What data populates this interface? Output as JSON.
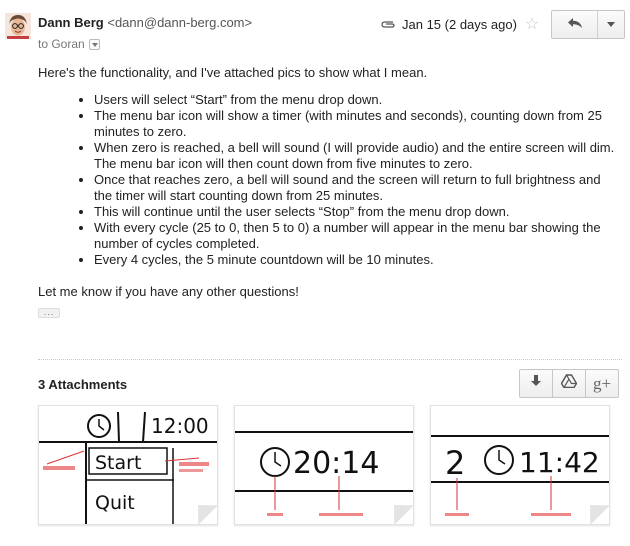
{
  "header": {
    "sender_name": "Dann Berg",
    "sender_email": "<dann@dann-berg.com>",
    "to_line": "to Goran",
    "date": "Jan 15 (2 days ago)"
  },
  "body": {
    "intro": "Here's the functionality, and I've attached pics to show what I mean.",
    "bullets": [
      "Users will select “Start” from the menu drop down.",
      "The menu bar icon will show a timer (with minutes and seconds), counting down from 25 minutes to zero.",
      "When zero is reached, a bell will sound (I will provide audio) and the entire screen will dim. The menu bar icon will then count down from five minutes to zero.",
      "Once that reaches zero, a bell will sound and the screen will return to full brightness and the timer will start counting down from 25 minutes.",
      "This will continue until the user selects “Stop” from the menu drop down.",
      "With every cycle (25 to 0, then 5 to 0) a number will appear in the menu bar showing the number of cycles completed.",
      "Every 4 cycles, the 5 minute countdown will be 10 minutes."
    ],
    "closing": "Let me know if you have any other questions!",
    "ellipsis": "..."
  },
  "attachments": {
    "title": "3 Attachments",
    "items": [
      {
        "time": "12:00",
        "menu_start": "Start",
        "menu_quit": "Quit"
      },
      {
        "time": "20:14"
      },
      {
        "cycle": "2",
        "time": "11:42"
      }
    ]
  },
  "icons": {
    "avatar": "avatar",
    "attachment": "paperclip-icon",
    "star": "star-icon",
    "reply": "reply-arrow-icon",
    "more": "chevron-down-icon",
    "download": "download-icon",
    "drive": "drive-icon",
    "gplus": "google-plus-icon"
  }
}
